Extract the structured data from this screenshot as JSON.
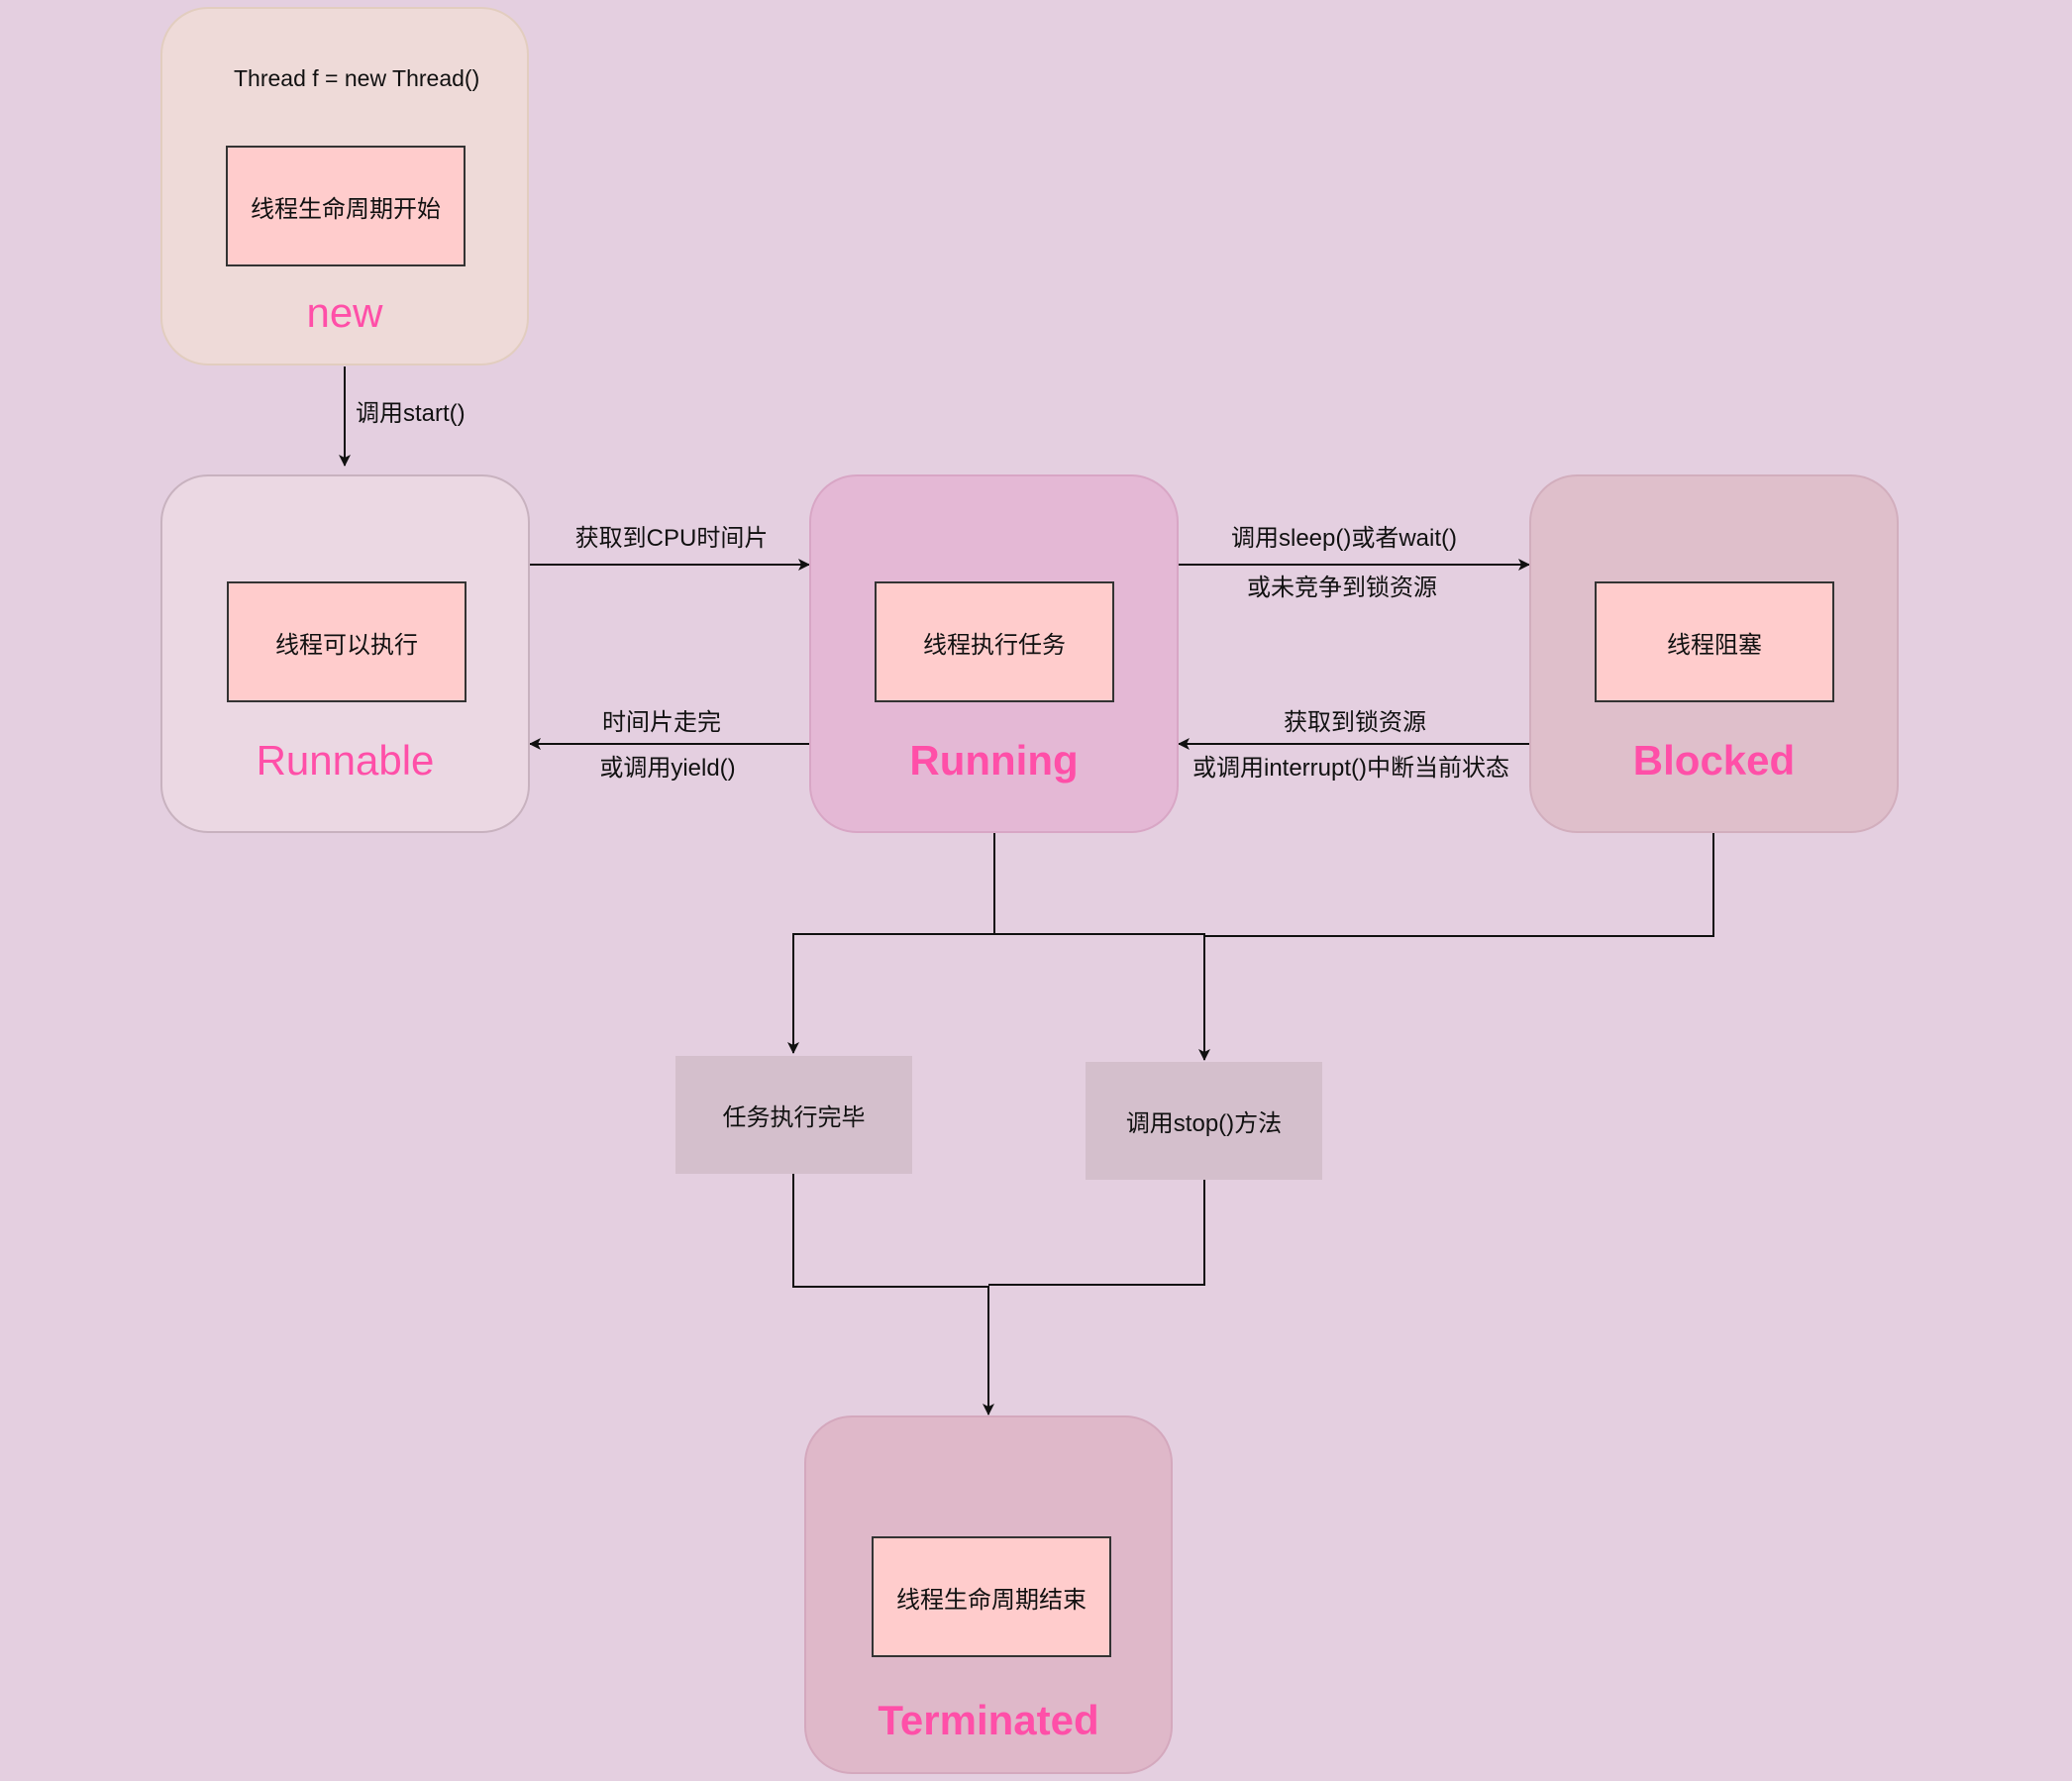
{
  "new_state": {
    "code": "Thread f = new Thread()",
    "description": "线程生命周期开始",
    "name": "new",
    "fill": "#eedad8"
  },
  "runnable_state": {
    "description": "线程可以执行",
    "name": "Runnable",
    "fill": "#ebd8e3"
  },
  "running_state": {
    "description": "线程执行任务",
    "name": "Running",
    "fill": "#e4b8d5"
  },
  "blocked_state": {
    "description": "线程阻塞",
    "name": "Blocked",
    "fill": "#dfbfcb"
  },
  "terminated_state": {
    "description": "线程生命周期结束",
    "name": "Terminated",
    "fill": "#dfb8c9"
  },
  "termination_causes": {
    "task_complete": "任务执行完毕",
    "stop_called": "调用stop()方法"
  },
  "transitions": {
    "start": "调用start()",
    "get_cpu_slice": "获取到CPU时间片",
    "slice_end_line1": "时间片走完",
    "slice_end_line2": "或调用yield()",
    "to_blocked_line1": "调用sleep()或者wait()",
    "to_blocked_line2": "或未竞争到锁资源",
    "from_blocked_line1": "获取到锁资源",
    "from_blocked_line2": "或调用interrupt()中断当前状态"
  },
  "colors": {
    "background": "#e4cfe0",
    "state_name": "#ff4fa8",
    "inner_box": "#ffcccc",
    "cause_box": "#d4bfcc"
  }
}
